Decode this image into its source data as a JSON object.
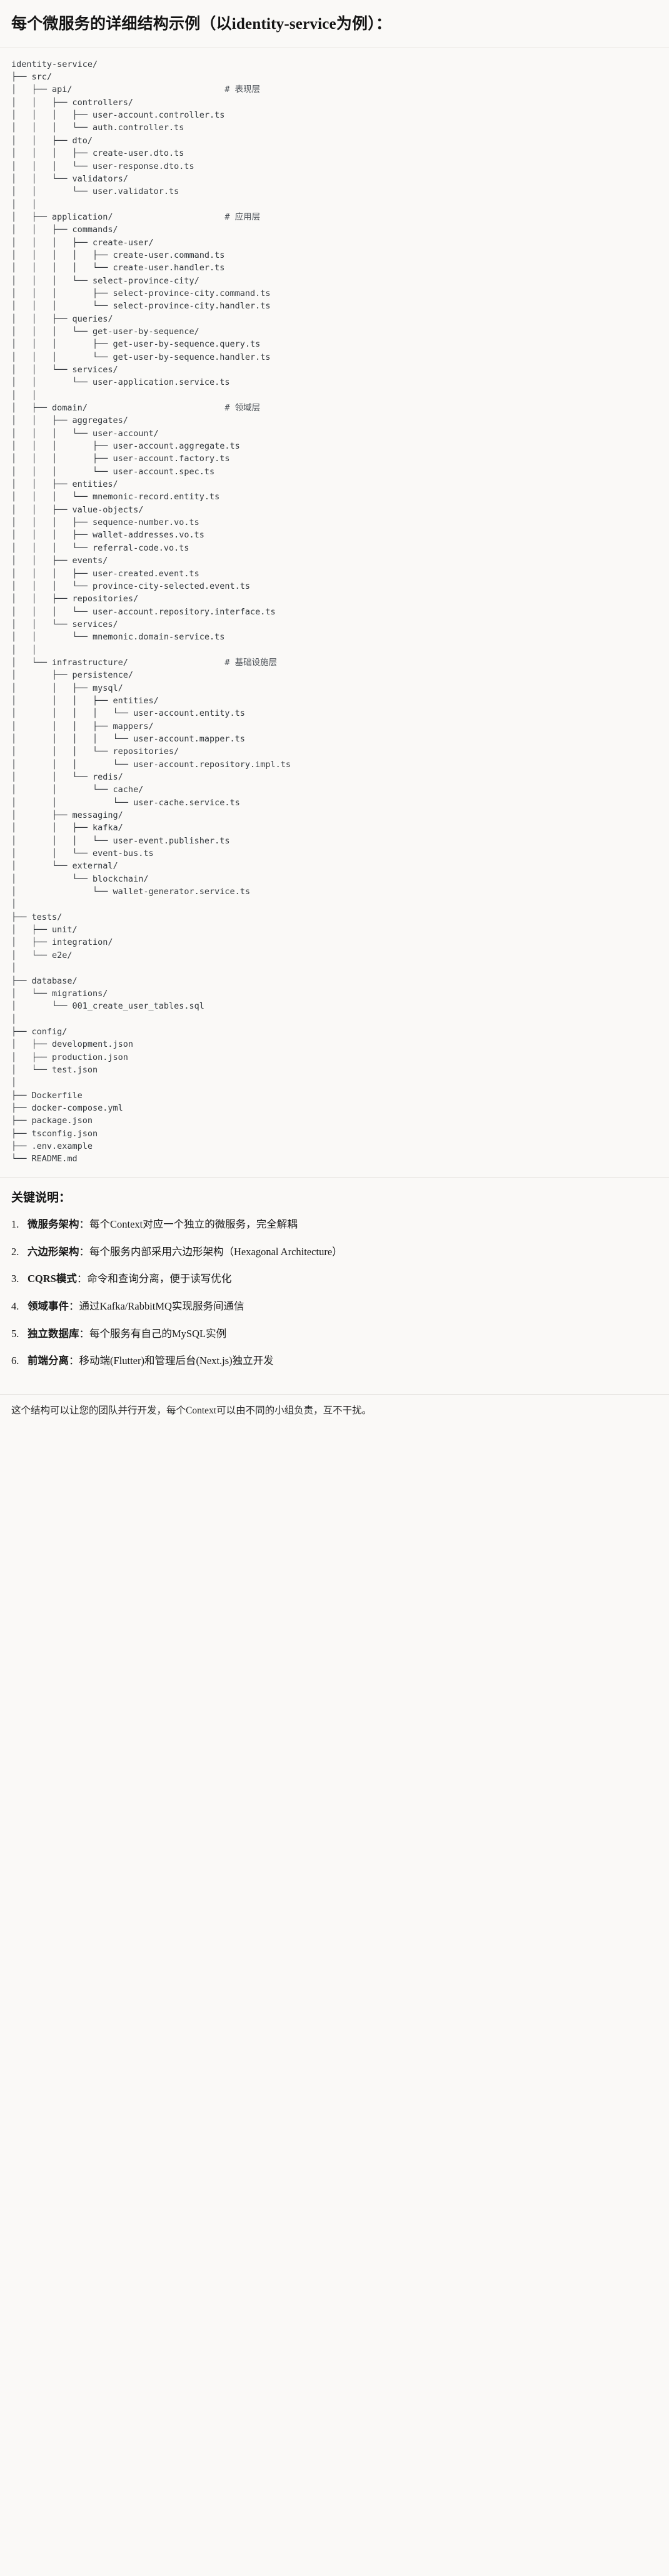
{
  "heading": {
    "title": "每个微服务的详细结构示例（以identity-service为例）："
  },
  "tree": {
    "root_label": "identity-service/",
    "lines": [
      "identity-service/",
      "├── src/",
      "│   ├── api/                              # 表现层",
      "│   │   ├── controllers/",
      "│   │   │   ├── user-account.controller.ts",
      "│   │   │   └── auth.controller.ts",
      "│   │   ├── dto/",
      "│   │   │   ├── create-user.dto.ts",
      "│   │   │   └── user-response.dto.ts",
      "│   │   └── validators/",
      "│   │       └── user.validator.ts",
      "│   │",
      "│   ├── application/                      # 应用层",
      "│   │   ├── commands/",
      "│   │   │   ├── create-user/",
      "│   │   │   │   ├── create-user.command.ts",
      "│   │   │   │   └── create-user.handler.ts",
      "│   │   │   └── select-province-city/",
      "│   │   │       ├── select-province-city.command.ts",
      "│   │   │       └── select-province-city.handler.ts",
      "│   │   ├── queries/",
      "│   │   │   └── get-user-by-sequence/",
      "│   │   │       ├── get-user-by-sequence.query.ts",
      "│   │   │       └── get-user-by-sequence.handler.ts",
      "│   │   └── services/",
      "│   │       └── user-application.service.ts",
      "│   │",
      "│   ├── domain/                           # 领域层",
      "│   │   ├── aggregates/",
      "│   │   │   └── user-account/",
      "│   │   │       ├── user-account.aggregate.ts",
      "│   │   │       ├── user-account.factory.ts",
      "│   │   │       └── user-account.spec.ts",
      "│   │   ├── entities/",
      "│   │   │   └── mnemonic-record.entity.ts",
      "│   │   ├── value-objects/",
      "│   │   │   ├── sequence-number.vo.ts",
      "│   │   │   ├── wallet-addresses.vo.ts",
      "│   │   │   └── referral-code.vo.ts",
      "│   │   ├── events/",
      "│   │   │   ├── user-created.event.ts",
      "│   │   │   └── province-city-selected.event.ts",
      "│   │   ├── repositories/",
      "│   │   │   └── user-account.repository.interface.ts",
      "│   │   └── services/",
      "│   │       └── mnemonic.domain-service.ts",
      "│   │",
      "│   └── infrastructure/                   # 基础设施层",
      "│       ├── persistence/",
      "│       │   ├── mysql/",
      "│       │   │   ├── entities/",
      "│       │   │   │   └── user-account.entity.ts",
      "│       │   │   ├── mappers/",
      "│       │   │   │   └── user-account.mapper.ts",
      "│       │   │   └── repositories/",
      "│       │   │       └── user-account.repository.impl.ts",
      "│       │   └── redis/",
      "│       │       └── cache/",
      "│       │           └── user-cache.service.ts",
      "│       ├── messaging/",
      "│       │   ├── kafka/",
      "│       │   │   └── user-event.publisher.ts",
      "│       │   └── event-bus.ts",
      "│       └── external/",
      "│           └── blockchain/",
      "│               └── wallet-generator.service.ts",
      "│",
      "├── tests/",
      "│   ├── unit/",
      "│   ├── integration/",
      "│   └── e2e/",
      "│",
      "├── database/",
      "│   └── migrations/",
      "│       └── 001_create_user_tables.sql",
      "│",
      "├── config/",
      "│   ├── development.json",
      "│   ├── production.json",
      "│   └── test.json",
      "│",
      "├── Dockerfile",
      "├── docker-compose.yml",
      "├── package.json",
      "├── tsconfig.json",
      "├── .env.example",
      "└── README.md"
    ],
    "layer_comments": [
      "# 表现层",
      "# 应用层",
      "# 领域层",
      "# 基础设施层"
    ]
  },
  "notes": {
    "title": "关键说明：",
    "items": [
      {
        "term": "微服务架构",
        "sep": "：",
        "desc": "每个Context对应一个独立的微服务，完全解耦"
      },
      {
        "term": "六边形架构",
        "sep": "：",
        "desc": "每个服务内部采用六边形架构（Hexagonal Architecture）"
      },
      {
        "term": "CQRS模式",
        "sep": "：",
        "desc": "命令和查询分离，便于读写优化"
      },
      {
        "term": "领域事件",
        "sep": "：",
        "desc": "通过Kafka/RabbitMQ实现服务间通信"
      },
      {
        "term": "独立数据库",
        "sep": "：",
        "desc": "每个服务有自己的MySQL实例"
      },
      {
        "term": "前端分离",
        "sep": "：",
        "desc": "移动端(Flutter)和管理后台(Next.js)独立开发"
      }
    ],
    "closing": "这个结构可以让您的团队并行开发，每个Context可以由不同的小组负责，互不干扰。"
  }
}
